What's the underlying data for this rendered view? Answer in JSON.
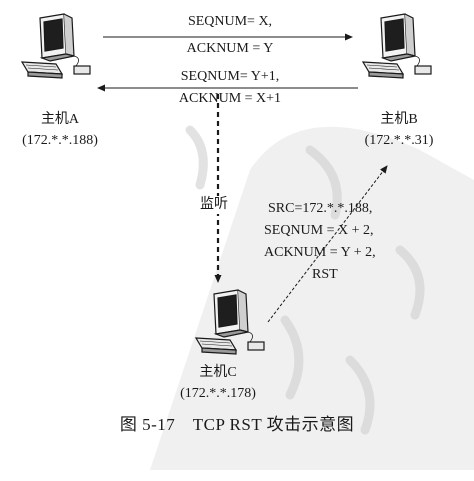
{
  "host_a": {
    "label": "主机A",
    "ip": "(172.*.*.188)"
  },
  "host_b": {
    "label": "主机B",
    "ip": "(172.*.*.31)"
  },
  "host_c": {
    "label": "主机C",
    "ip": "(172.*.*.178)"
  },
  "msg_a_to_b": {
    "line1": "SEQNUM= X,",
    "line2": "ACKNUM = Y"
  },
  "msg_b_to_a": {
    "line1": "SEQNUM= Y+1,",
    "line2": "ACKNUM = X+1"
  },
  "monitor_label": "监听",
  "rst_packet": {
    "line1": "SRC=172.*.*.188,",
    "line2": "SEQNUM = X + 2,",
    "line3": "ACKNUM = Y + 2,",
    "line4": "RST"
  },
  "caption": "图 5-17　TCP RST 攻击示意图",
  "icons": {
    "host_a": "desktop-computer-icon",
    "host_b": "desktop-computer-icon",
    "host_c": "desktop-computer-icon"
  }
}
